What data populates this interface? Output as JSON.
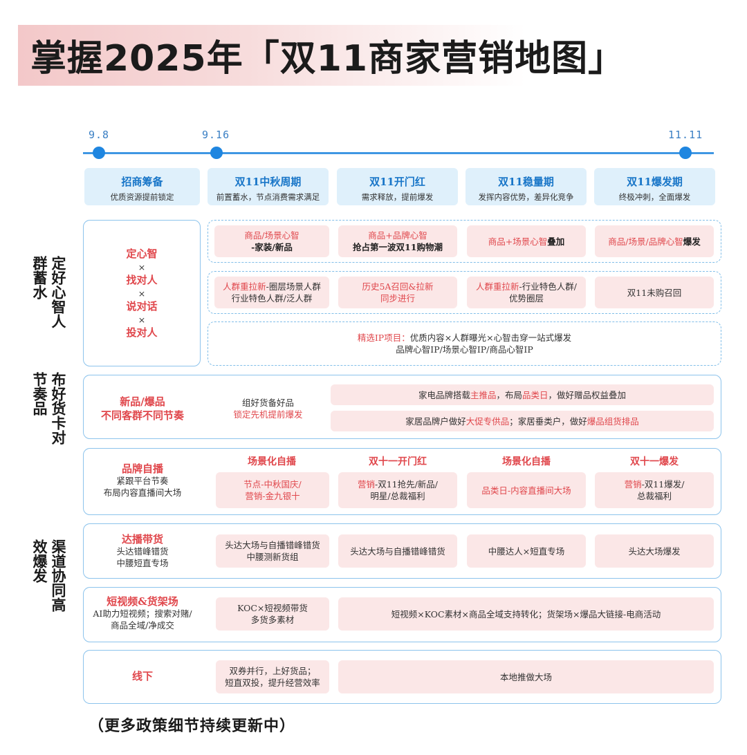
{
  "title": "掌握2025年「双11商家营销地图」",
  "timeline": {
    "dates": [
      "9.8",
      "9.16",
      "11.11"
    ]
  },
  "phases": [
    {
      "title": "招商筹备",
      "sub": "优质资源提前锁定"
    },
    {
      "title": "双11中秋周期",
      "sub": "前置蓄水，节点消费需求满足"
    },
    {
      "title": "双11开门红",
      "sub": "需求释放，提前爆发"
    },
    {
      "title": "双11稳量期",
      "sub": "发挥内容优势，差异化竞争"
    },
    {
      "title": "双11爆发期",
      "sub": "终极冲刺，全面爆发"
    }
  ],
  "sections": {
    "s1": {
      "side": "定好心智人群蓄水",
      "left": [
        "定心智",
        "×",
        "找对人",
        "×",
        "说对话",
        "×",
        "投对人"
      ],
      "row1": [
        {
          "a": "商品/场景心智",
          "b": "-家装/新品"
        },
        {
          "a": "商品+品牌心智",
          "b": "抢占第一波双11购物潮"
        },
        {
          "a": "商品+场景心智",
          "b": "叠加"
        },
        {
          "a": "商品/场景/品牌心智",
          "b": "爆发"
        }
      ],
      "row2": [
        {
          "a": "人群重拉新",
          "b": "-圈层场景人群",
          "c": "行业特色人群/泛人群"
        },
        {
          "a": "历史5A召回&拉新",
          "c": "同步进行"
        },
        {
          "a": "人群重拉新",
          "b": "-行业特色人群/",
          "c": "优势圈层"
        },
        {
          "c": "双11未购召回"
        }
      ],
      "ip": {
        "a": "精选IP项目：",
        "b": "优质内容×人群曝光×心智击穿一站式爆发",
        "c": "品牌心智IP/场景心智IP/商品心智IP"
      }
    },
    "s2": {
      "side": "布好货卡对节奏品",
      "left": [
        "新品/爆品",
        "不同客群不同节奏"
      ],
      "mid": [
        "组好货备好品",
        "锁定先机提前爆发"
      ],
      "r1": {
        "a": "家电品牌搭载",
        "b": "主推品",
        "c": "，布局",
        "d": "品类日",
        "e": "，做好赠品权益叠加"
      },
      "r2": {
        "a": "家居品牌户做好",
        "b": "大促专供品",
        "c": "；家居垂类户，做好",
        "d": "爆品组货排品"
      }
    },
    "s3": {
      "side": "渠道协同高效爆发",
      "brand": {
        "head": "品牌自播",
        "sub1": "紧跟平台节奏",
        "sub2": "布局内容直播间大场",
        "cols": [
          "场景化自播",
          "双十一开门红",
          "场景化自播",
          "双十一爆发"
        ],
        "cells": [
          {
            "a": "节点-中秋国庆/",
            "b": "营销-金九银十"
          },
          {
            "a": "营销",
            "b": "-双11抢先/新品/",
            "c": "明星/总裁福利"
          },
          {
            "a": "品类日-内容直播间大场"
          },
          {
            "a": "营销",
            "b": "-双11爆发/",
            "c": "总裁福利"
          }
        ]
      },
      "daren": {
        "head": "达播带货",
        "sub1": "头达错峰错货",
        "sub2": "中腰短直专场",
        "cells": [
          "头达大场与自播错峰错货",
          "中腰测新货组",
          "头达大场与自播错峰错货",
          "中腰达人×短直专场",
          "头达大场爆发"
        ]
      },
      "video": {
        "head": "短视频&货架场",
        "sub1": "AI助力短视频；搜索对赌/",
        "sub2": "商品全域/净成交",
        "c1a": "KOC×短视频带货",
        "c1b": "多货多素材",
        "c2": "短视频×KOC素材×商品全域支持转化；货架场×爆品大链接-电商活动"
      },
      "offline": {
        "head": "线下",
        "c1a": "双券并行，上好货品；",
        "c1b": "短直双投，提升经营效率",
        "c2": "本地推做大场"
      }
    }
  },
  "footer": "（更多政策细节持续更新中）",
  "colors": {
    "accent_blue": "#1976c8",
    "accent_red": "#e0474c",
    "pill_bg": "#fbe7e7",
    "phase_bg": "#dff0fb"
  }
}
